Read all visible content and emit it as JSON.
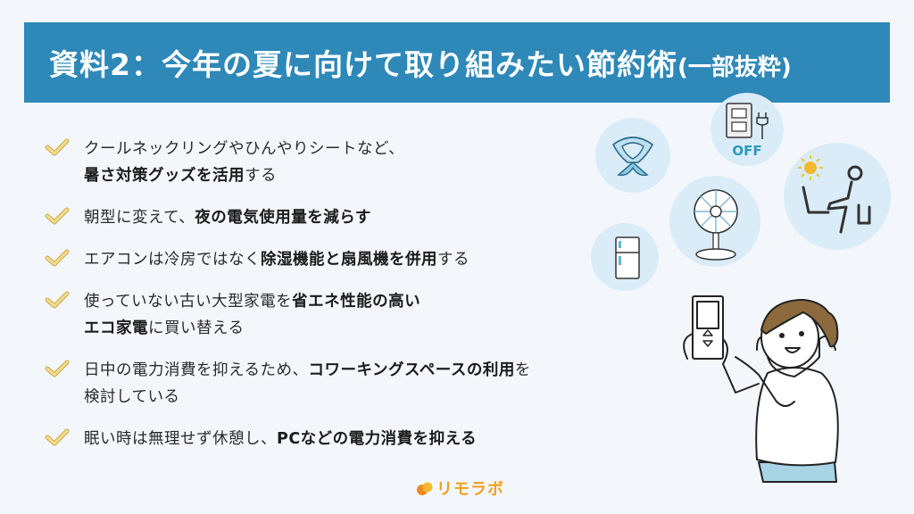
{
  "header": {
    "title": "資料2：今年の夏に向けて取り組みたい節約術",
    "title_suffix": "(一部抜粋)",
    "background_color": "#2e88b8"
  },
  "items": [
    {
      "icon": "check-icon",
      "segments": [
        {
          "text": "クールネックリングやひんやりシートなど、",
          "bold": false
        },
        {
          "text": "\n",
          "bold": false
        },
        {
          "text": "暑さ対策グッズを活用",
          "bold": true
        },
        {
          "text": "する",
          "bold": false
        }
      ]
    },
    {
      "icon": "check-icon",
      "segments": [
        {
          "text": "朝型に変えて、",
          "bold": false
        },
        {
          "text": "夜の電気使用量を減らす",
          "bold": true
        }
      ]
    },
    {
      "icon": "check-icon",
      "segments": [
        {
          "text": "エアコンは冷房ではなく",
          "bold": false
        },
        {
          "text": "除湿機能と扇風機を併用",
          "bold": true
        },
        {
          "text": "する",
          "bold": false
        }
      ]
    },
    {
      "icon": "check-icon",
      "segments": [
        {
          "text": "使っていない古い大型家電を",
          "bold": false
        },
        {
          "text": "省エネ性能の高い",
          "bold": true
        },
        {
          "text": "\n",
          "bold": false
        },
        {
          "text": "エコ家電",
          "bold": true
        },
        {
          "text": "に買い替える",
          "bold": false
        }
      ]
    },
    {
      "icon": "check-icon",
      "segments": [
        {
          "text": "日中の電力消費を抑えるため、",
          "bold": false
        },
        {
          "text": "コワーキングスペースの利用",
          "bold": true
        },
        {
          "text": "を",
          "bold": false
        },
        {
          "text": "\n",
          "bold": false
        },
        {
          "text": "検討している",
          "bold": false
        }
      ]
    },
    {
      "icon": "check-icon",
      "segments": [
        {
          "text": "眠い時は無理せず休憩し、",
          "bold": false
        },
        {
          "text": "PCなどの電力消費を抑える",
          "bold": true
        }
      ]
    }
  ],
  "illustration": {
    "off_label": "OFF",
    "icons": [
      "neck-scarf-icon",
      "outlet-off-icon",
      "remote-work-icon",
      "fan-icon",
      "refrigerator-icon",
      "woman-with-remote-illustration"
    ]
  },
  "logo": {
    "text": "リモラボ",
    "color": "#f0a020"
  },
  "colors": {
    "check": "#f2d98a",
    "circle_bg": "#dbecf9",
    "accent_teal": "#2a9ab8"
  }
}
